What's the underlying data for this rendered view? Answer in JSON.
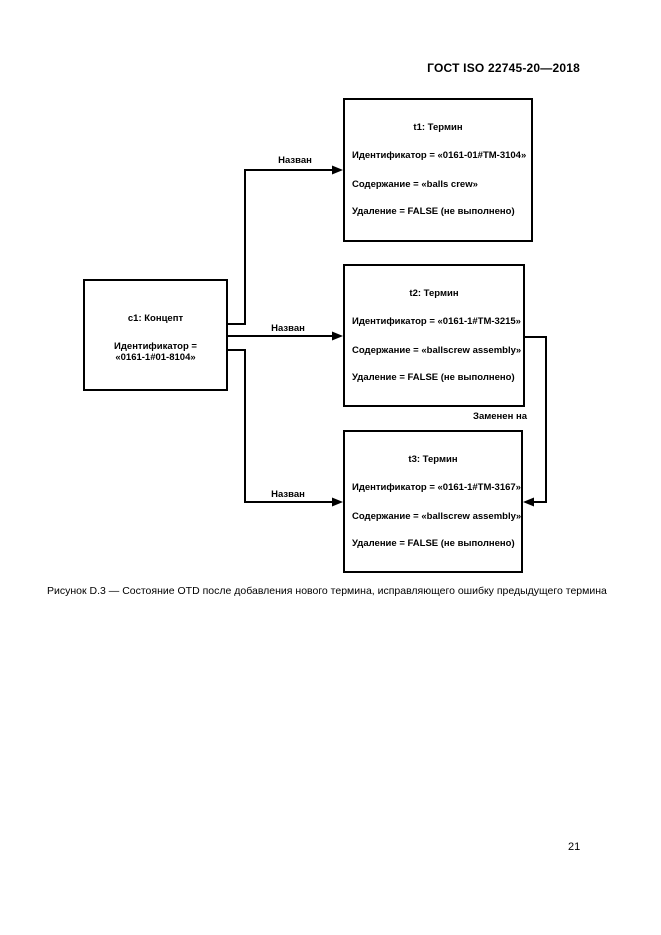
{
  "header": {
    "doc_code": "ГОСТ ISO 22745-20—2018"
  },
  "figure": {
    "caption": "Рисунок D.3 — Состояние OTD после добавления нового термина, исправляющего ошибку предыдущего термина",
    "concept_box": {
      "title": "с1: Концепт",
      "identifier_label": "Идентификатор =",
      "identifier_value": "«0161-1#01-8104»"
    },
    "term_boxes": [
      {
        "title": "t1: Термин",
        "identifier": "Идентификатор = «0161-01#TM-3104»",
        "content": "Содержание = «balls crew»",
        "deletion": "Удаление = FALSE (не выполнено)"
      },
      {
        "title": "t2: Термин",
        "identifier": "Идентификатор = «0161-1#TM-3215»",
        "content": "Содержание = «ballscrew assembly»",
        "deletion": "Удаление = FALSE (не выполнено)"
      },
      {
        "title": "t3: Термин",
        "identifier": "Идентификатор = «0161-1#TM-3167»",
        "content": "Содержание = «ballscrew assembly»",
        "deletion": "Удаление = FALSE (не выполнено)"
      }
    ],
    "edge_labels": {
      "named_t1": "Назван",
      "named_t2": "Назван",
      "named_t3": "Назван",
      "replaced_by": "Заменен на"
    },
    "colors": {
      "line": "#000000",
      "background": "#ffffff"
    }
  },
  "footer": {
    "page_number": "21"
  }
}
